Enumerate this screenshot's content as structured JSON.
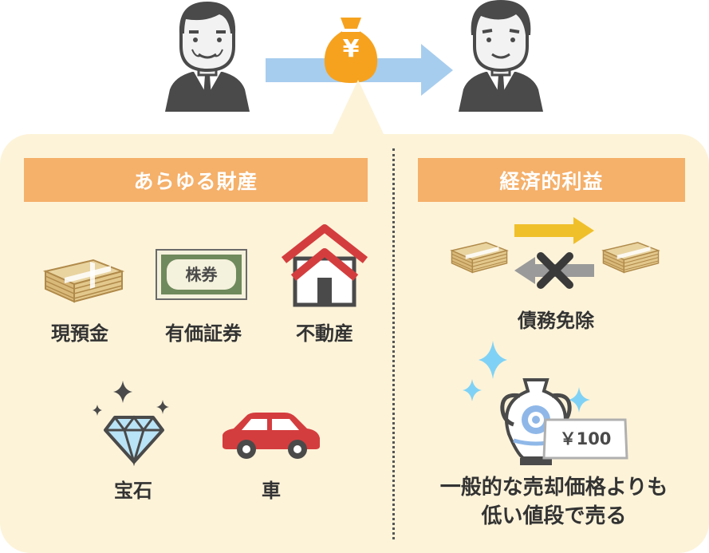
{
  "transfer": {
    "currency_symbol": "¥"
  },
  "left_section": {
    "header": "あらゆる財産",
    "items": [
      {
        "label": "現預金",
        "icon": "cash-stack-icon"
      },
      {
        "label": "有価証券",
        "icon": "stock-certificate-icon"
      },
      {
        "label": "不動産",
        "icon": "house-icon"
      },
      {
        "label": "宝石",
        "icon": "diamond-icon"
      },
      {
        "label": "車",
        "icon": "car-icon"
      }
    ],
    "stock_text": "株券"
  },
  "right_section": {
    "header": "経済的利益",
    "debt_label": "債務免除",
    "price_tag": "￥100",
    "cheap_label_line1": "一般的な売却価格よりも",
    "cheap_label_line2": "低い値段で売る"
  },
  "colors": {
    "panel_bg": "#fdf3d9",
    "header_bg": "#f5b06a",
    "arrow_blue": "#a7cdee",
    "money_bag": "#f6a21f",
    "yellow_arrow": "#f0c02b",
    "red_roof": "#d43d3e",
    "car_red": "#d43d3e",
    "sparkle_blue": "#7fd2f5"
  }
}
